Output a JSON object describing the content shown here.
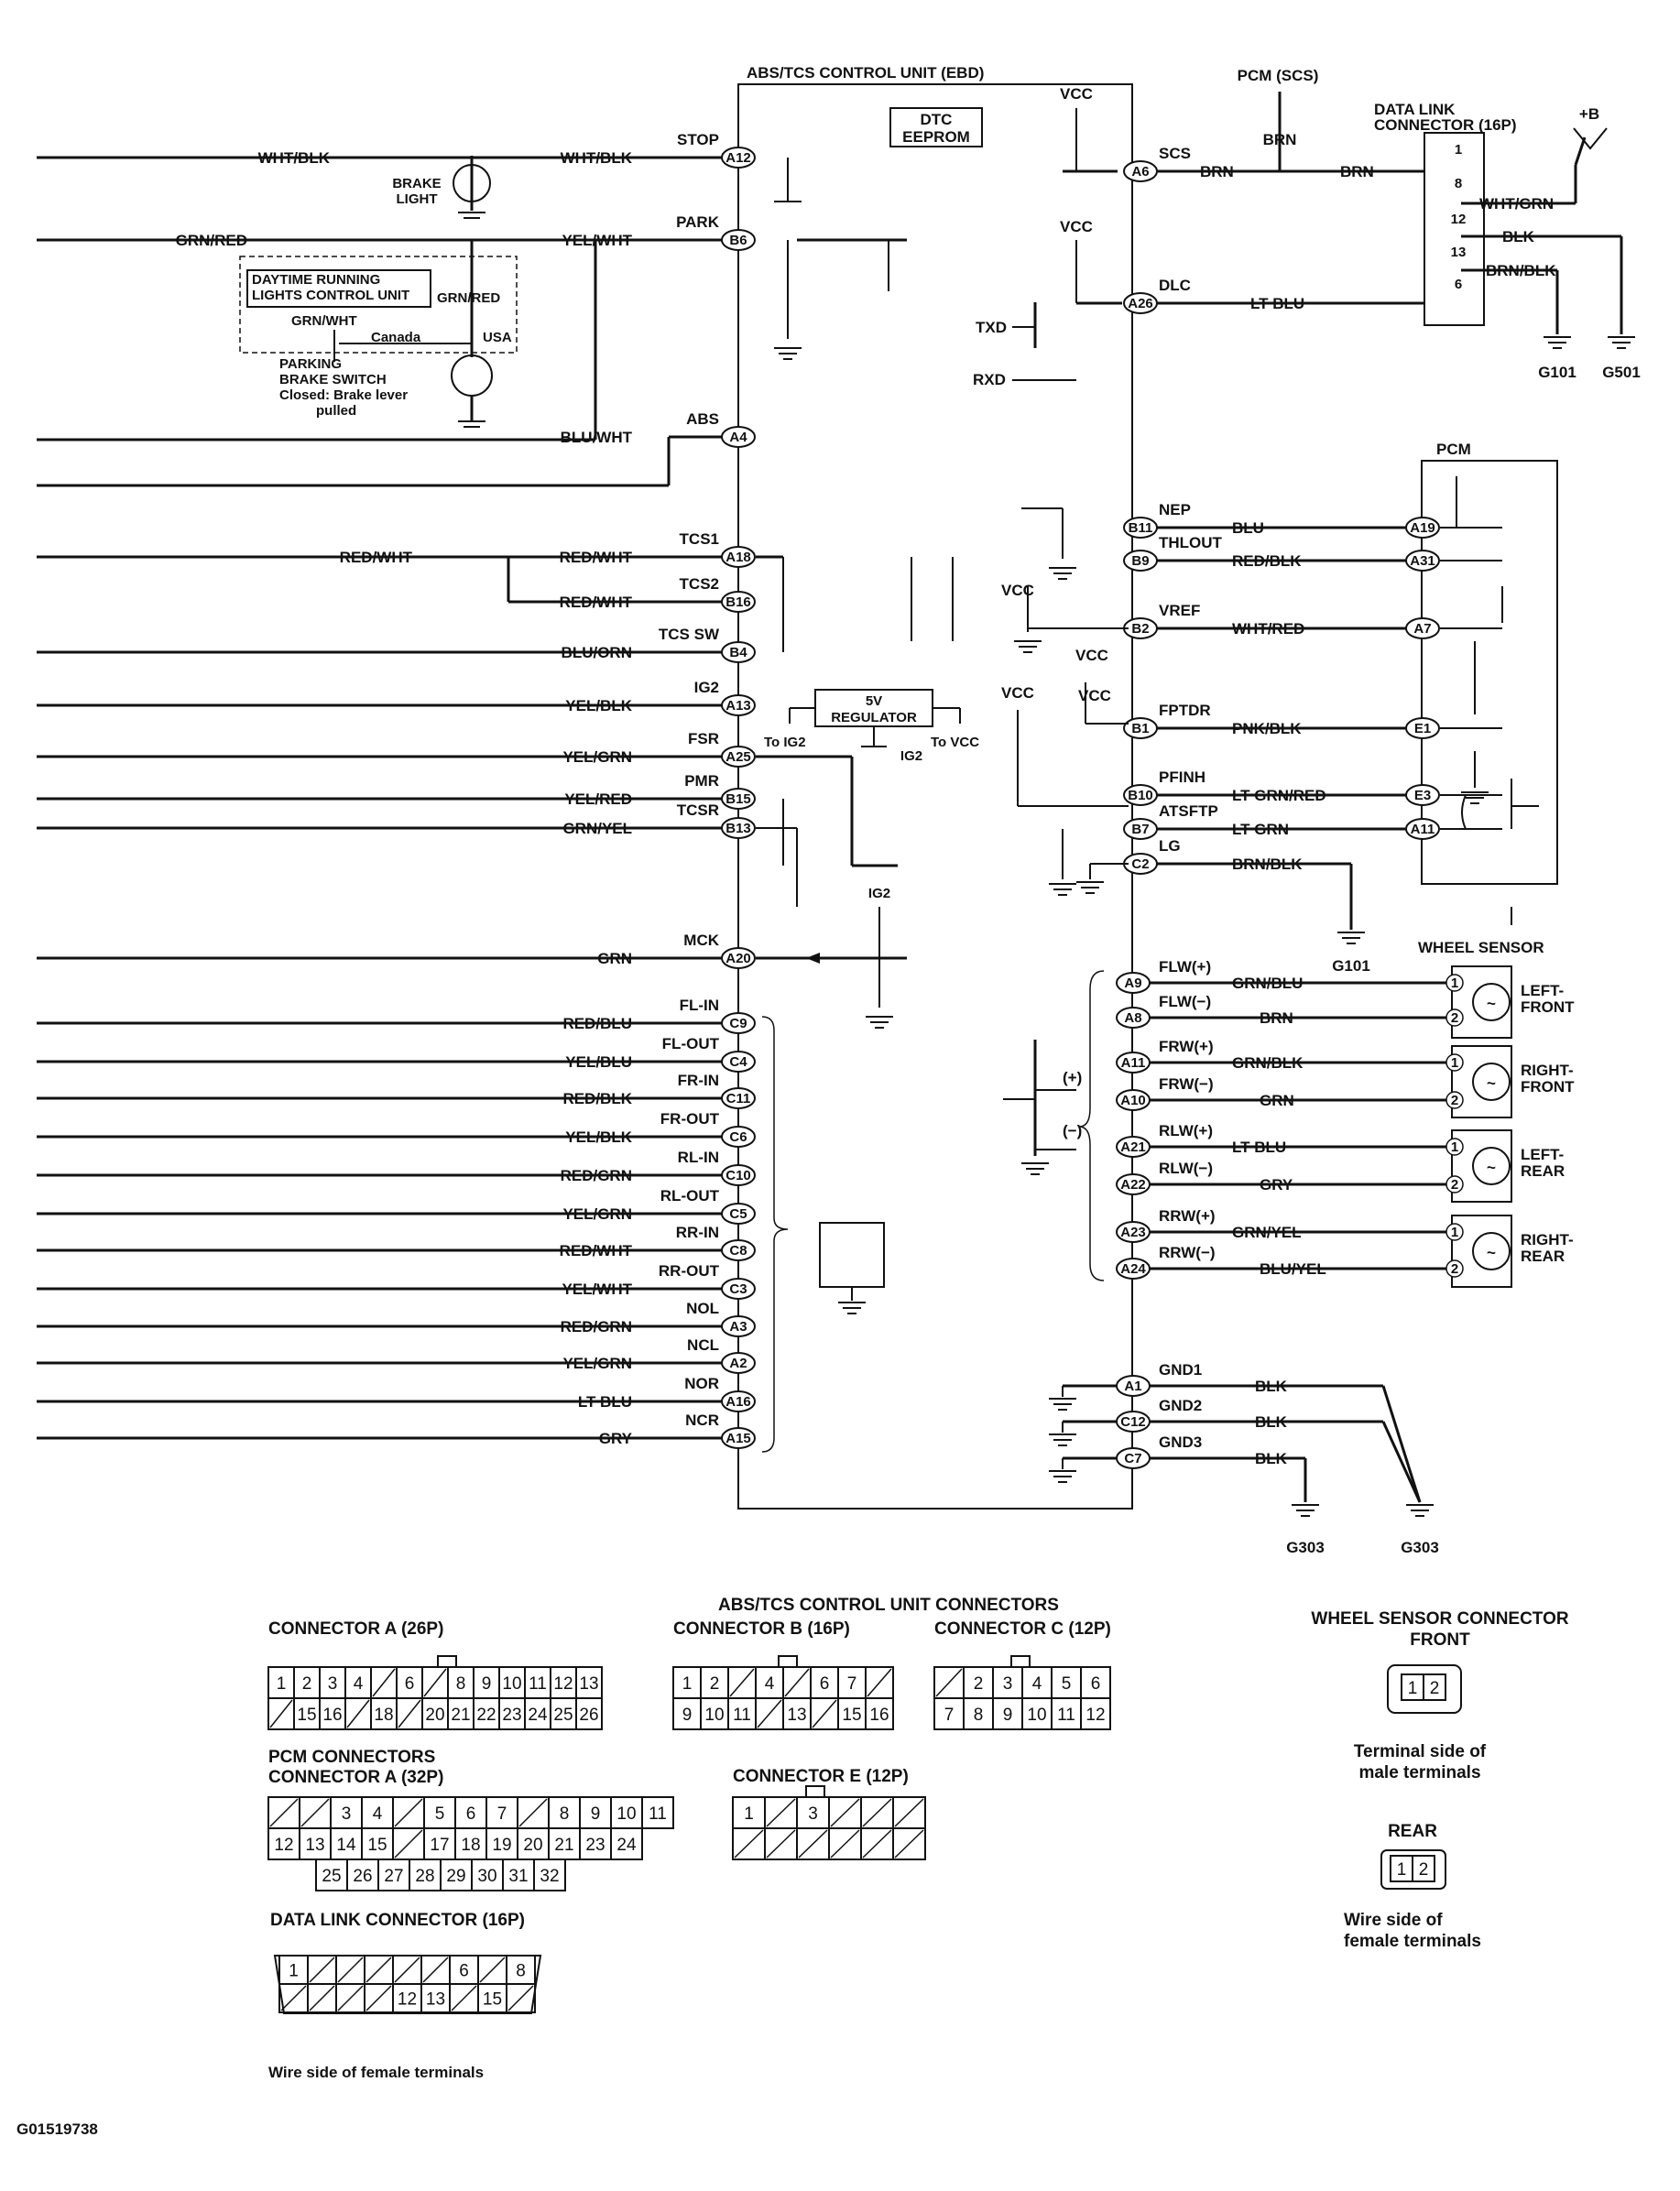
{
  "control_unit": {
    "title": "ABS/TCS CONTROL UNIT (EBD)",
    "dtc": "DTC",
    "eeprom": "EEPROM",
    "regulator_top": "5V",
    "regulator_bottom": "REGULATOR",
    "to_ig2": "To IG2",
    "to_vcc": "To VCC"
  },
  "left_terminals": [
    {
      "sig": "STOP",
      "pin": "A12",
      "wire": "WHT/BLK"
    },
    {
      "sig": "PARK",
      "pin": "B6",
      "wire": "YEL/WHT"
    },
    {
      "sig": "ABS",
      "pin": "A4",
      "wire": "BLU/WHT"
    },
    {
      "sig": "TCS1",
      "pin": "A18",
      "wire": "RED/WHT"
    },
    {
      "sig": "TCS2",
      "pin": "B16",
      "wire": "RED/WHT"
    },
    {
      "sig": "TCS SW",
      "pin": "B4",
      "wire": "BLU/ORN"
    },
    {
      "sig": "IG2",
      "pin": "A13",
      "wire": "YEL/BLK"
    },
    {
      "sig": "FSR",
      "pin": "A25",
      "wire": "YEL/GRN"
    },
    {
      "sig": "PMR",
      "pin": "B15",
      "wire": "YEL/RED"
    },
    {
      "sig": "TCSR",
      "pin": "B13",
      "wire": "GRN/YEL"
    },
    {
      "sig": "MCK",
      "pin": "A20",
      "wire": "GRN"
    },
    {
      "sig": "FL-IN",
      "pin": "C9",
      "wire": "RED/BLU"
    },
    {
      "sig": "FL-OUT",
      "pin": "C4",
      "wire": "YEL/BLU"
    },
    {
      "sig": "FR-IN",
      "pin": "C11",
      "wire": "RED/BLK"
    },
    {
      "sig": "FR-OUT",
      "pin": "C6",
      "wire": "YEL/BLK"
    },
    {
      "sig": "RL-IN",
      "pin": "C10",
      "wire": "RED/GRN"
    },
    {
      "sig": "RL-OUT",
      "pin": "C5",
      "wire": "YEL/GRN"
    },
    {
      "sig": "RR-IN",
      "pin": "C8",
      "wire": "RED/WHT"
    },
    {
      "sig": "RR-OUT",
      "pin": "C3",
      "wire": "YEL/WHT"
    },
    {
      "sig": "NOL",
      "pin": "A3",
      "wire": "RED/GRN"
    },
    {
      "sig": "NCL",
      "pin": "A2",
      "wire": "YEL/GRN"
    },
    {
      "sig": "NOR",
      "pin": "A16",
      "wire": "LT BLU"
    },
    {
      "sig": "NCR",
      "pin": "A15",
      "wire": "GRY"
    }
  ],
  "left_external": {
    "wht_blk": "WHT/BLK",
    "brake_light_1": "BRAKE",
    "brake_light_2": "LIGHT",
    "grn_red": "GRN/RED",
    "drl_1": "DAYTIME RUNNING",
    "drl_2": "LIGHTS CONTROL UNIT",
    "grn_wht": "GRN/WHT",
    "canada": "Canada",
    "usa": "USA",
    "grn_red_2": "GRN/RED",
    "pbs_1": "PARKING",
    "pbs_2": "BRAKE SWITCH",
    "pbs_3": "Closed: Brake lever",
    "pbs_4": "pulled",
    "red_wht": "RED/WHT",
    "ig2_label": "IG2",
    "ig2_label_2": "IG2"
  },
  "right_terminals_top": [
    {
      "sig": "SCS",
      "pin": "A6",
      "wire": "BRN"
    },
    {
      "sig": "DLC",
      "pin": "A26",
      "wire": "LT BLU"
    }
  ],
  "vcc": "VCC",
  "txd": "TXD",
  "rxd": "RXD",
  "pcm_scs": "PCM (SCS)",
  "brn": "BRN",
  "dlc_box": {
    "title_1": "DATA LINK",
    "title_2": "CONNECTOR (16P)",
    "pins": [
      "1",
      "8",
      "12",
      "13",
      "6"
    ],
    "wires": [
      "WHT/GRN",
      "BLK",
      "BRN/BLK"
    ],
    "battery": "+B",
    "grounds": [
      "G101",
      "G501"
    ]
  },
  "pcm_terminals": [
    {
      "sig": "NEP",
      "pin": "B11",
      "wire": "BLU",
      "pcm": "A19"
    },
    {
      "sig": "THLOUT",
      "pin": "B9",
      "wire": "RED/BLK",
      "pcm": "A31"
    },
    {
      "sig": "VREF",
      "pin": "B2",
      "wire": "WHT/RED",
      "pcm": "A7"
    },
    {
      "sig": "FPTDR",
      "pin": "B1",
      "wire": "PNK/BLK",
      "pcm": "E1"
    },
    {
      "sig": "PFINH",
      "pin": "B10",
      "wire": "LT GRN/RED",
      "pcm": "E3"
    },
    {
      "sig": "ATSFTP",
      "pin": "B7",
      "wire": "LT GRN",
      "pcm": "A11"
    }
  ],
  "pcm_label": "PCM",
  "lg": {
    "sig": "LG",
    "pin": "C2",
    "wire": "BRN/BLK",
    "ground": "G101"
  },
  "wheel_sensor_title": "WHEEL SENSOR",
  "wheel_terminals": [
    {
      "sig": "FLW(+)",
      "pin": "A9",
      "wire": "GRN/BLU"
    },
    {
      "sig": "FLW(−)",
      "pin": "A8",
      "wire": "BRN"
    },
    {
      "sig": "FRW(+)",
      "pin": "A11",
      "wire": "GRN/BLK"
    },
    {
      "sig": "FRW(−)",
      "pin": "A10",
      "wire": "GRN"
    },
    {
      "sig": "RLW(+)",
      "pin": "A21",
      "wire": "LT BLU"
    },
    {
      "sig": "RLW(−)",
      "pin": "A22",
      "wire": "GRY"
    },
    {
      "sig": "RRW(+)",
      "pin": "A23",
      "wire": "GRN/YEL"
    },
    {
      "sig": "RRW(−)",
      "pin": "A24",
      "wire": "BLU/YEL"
    }
  ],
  "wheels": [
    {
      "l1": "LEFT-",
      "l2": "FRONT"
    },
    {
      "l1": "RIGHT-",
      "l2": "FRONT"
    },
    {
      "l1": "LEFT-",
      "l2": "REAR"
    },
    {
      "l1": "RIGHT-",
      "l2": "REAR"
    }
  ],
  "plus": "(+)",
  "minus": "(−)",
  "ground_terminals": [
    {
      "sig": "GND1",
      "pin": "A1",
      "wire": "BLK"
    },
    {
      "sig": "GND2",
      "pin": "C12",
      "wire": "BLK"
    },
    {
      "sig": "GND3",
      "pin": "C7",
      "wire": "BLK"
    }
  ],
  "ground_labels": [
    "G303",
    "G303"
  ],
  "connectors": {
    "abs_title": "ABS/TCS CONTROL UNIT CONNECTORS",
    "conn_a": "CONNECTOR A (26P)",
    "conn_b": "CONNECTOR B (16P)",
    "conn_c": "CONNECTOR C (12P)",
    "pcm_title": "PCM CONNECTORS",
    "pcm_a": "CONNECTOR A (32P)",
    "pcm_e": "CONNECTOR E (12P)",
    "dlc": "DATA LINK CONNECTOR (16P)",
    "ws_title": "WHEEL SENSOR CONNECTOR",
    "front": "FRONT",
    "rear": "REAR",
    "male_1": "Terminal side of",
    "male_2": "male terminals",
    "female_1": "Wire side of",
    "female_2": "female terminals",
    "footer": "Wire side of female terminals",
    "code": "G01519738",
    "a_row1": [
      "1",
      "2",
      "3",
      "4",
      "",
      "6",
      "",
      "8",
      "9",
      "10",
      "11",
      "12",
      "13"
    ],
    "a_row2": [
      "",
      "15",
      "16",
      "",
      "18",
      "",
      "20",
      "21",
      "22",
      "23",
      "24",
      "25",
      "26"
    ],
    "b_row1": [
      "1",
      "2",
      "",
      "4",
      "",
      "6",
      "7",
      ""
    ],
    "b_row2": [
      "9",
      "10",
      "11",
      "",
      "13",
      "",
      "15",
      "16"
    ],
    "c_row1": [
      "",
      "2",
      "3",
      "4",
      "5",
      "6"
    ],
    "c_row2": [
      "7",
      "8",
      "9",
      "10",
      "11",
      "12"
    ],
    "pa_row1": [
      "",
      "",
      "3",
      "4",
      "",
      "5",
      "6",
      "7",
      "",
      "8",
      "9",
      "10",
      "11"
    ],
    "pa_row2": [
      "12",
      "13",
      "14",
      "15",
      "",
      "17",
      "18",
      "19",
      "20",
      "21",
      "23",
      "24"
    ],
    "pa_row3": [
      "25",
      "26",
      "27",
      "28",
      "29",
      "30",
      "31",
      "32"
    ],
    "e_row1": [
      "1",
      "",
      "3",
      "",
      "",
      ""
    ],
    "dlc_row1": [
      "1",
      "",
      "",
      "",
      "",
      "",
      "6",
      "",
      "8"
    ],
    "dlc_row2": [
      "",
      "",
      "",
      "",
      "12",
      "13",
      "",
      "15",
      ""
    ],
    "ws_pins": [
      "1",
      "2"
    ]
  }
}
